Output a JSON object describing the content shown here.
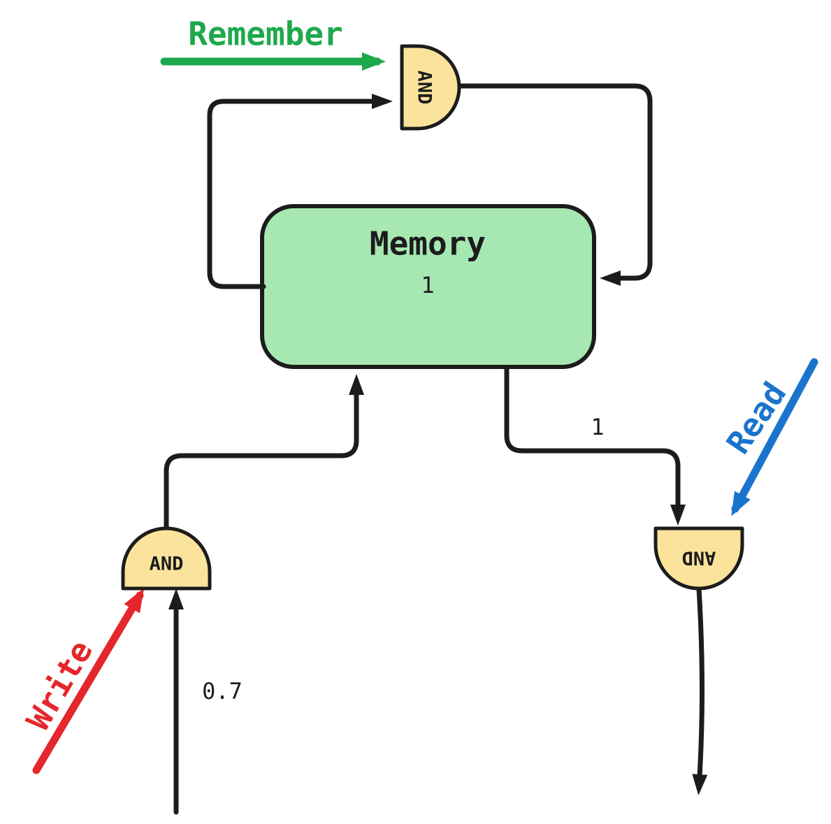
{
  "diagram": {
    "labels": {
      "remember": "Remember",
      "write": "Write",
      "read": "Read",
      "wire_value_read": "1",
      "wire_value_write": "0.7"
    },
    "memory": {
      "title": "Memory",
      "value": "1"
    },
    "gates": {
      "top": "AND",
      "left": "AND",
      "right": "AND"
    },
    "colors": {
      "remember_green": "#1ea84c",
      "write_red": "#e5262b",
      "read_blue": "#1b74cc",
      "memory_fill": "#a6e7b2",
      "gate_fill": "#fbe39b",
      "wire_black": "#1c1c1c"
    }
  }
}
